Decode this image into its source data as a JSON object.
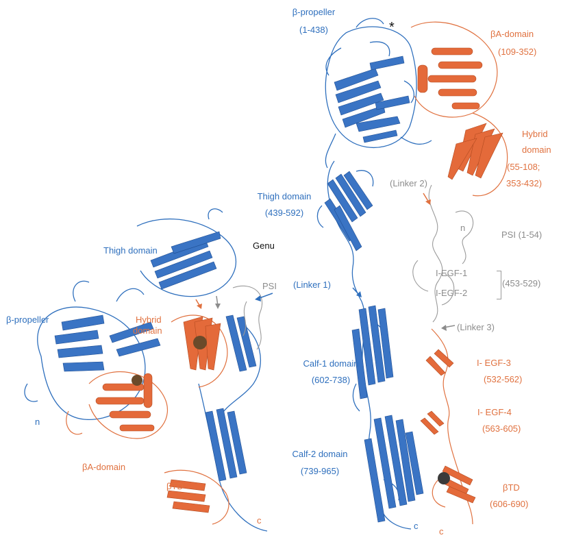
{
  "colors": {
    "alpha_subunit": "#2e6fbd",
    "beta_subunit": "#e0713f",
    "gray_region": "#9a9a9a",
    "background": "#ffffff"
  },
  "left_structure": {
    "thigh_domain": "Thigh domain",
    "genu": "Genu",
    "psi": "PSI",
    "beta_propeller": "β-propeller",
    "hybrid_domain_line1": "Hybrid",
    "hybrid_domain_line2": "domain",
    "betaA_domain": "βA-domain",
    "betaTD": "βTD",
    "n_terminus": "n",
    "c_terminus": "c"
  },
  "right_structure": {
    "beta_propeller": "β-propeller",
    "beta_propeller_range": "(1-438)",
    "asterisk": "*",
    "betaA_domain": "βA-domain",
    "betaA_domain_range": "(109-352)",
    "hybrid_domain_line1": "Hybrid",
    "hybrid_domain_line2": "domain",
    "hybrid_domain_range1": "(55-108;",
    "hybrid_domain_range2": "353-432)",
    "linker2": "(Linker 2)",
    "thigh_domain": "Thigh domain",
    "thigh_domain_range": "(439-592)",
    "psi": "PSI (1-54)",
    "n_terminus": "n",
    "linker1": "(Linker 1)",
    "iegf1": "I-EGF-1",
    "iegf2": "I-EGF-2",
    "iegf12_range": "(453-529)",
    "linker3": "(Linker 3)",
    "calf1_domain": "Calf-1 domain",
    "calf1_range": "(602-738)",
    "iegf3": "I- EGF-3",
    "iegf3_range": "(532-562)",
    "iegf4": "I- EGF-4",
    "iegf4_range": "(563-605)",
    "calf2_domain": "Calf-2  domain",
    "calf2_range": "(739-965)",
    "betaTD": "βTD",
    "betaTD_range": "(606-690)",
    "c_terminus_alpha": "c",
    "c_terminus_beta": "c"
  }
}
